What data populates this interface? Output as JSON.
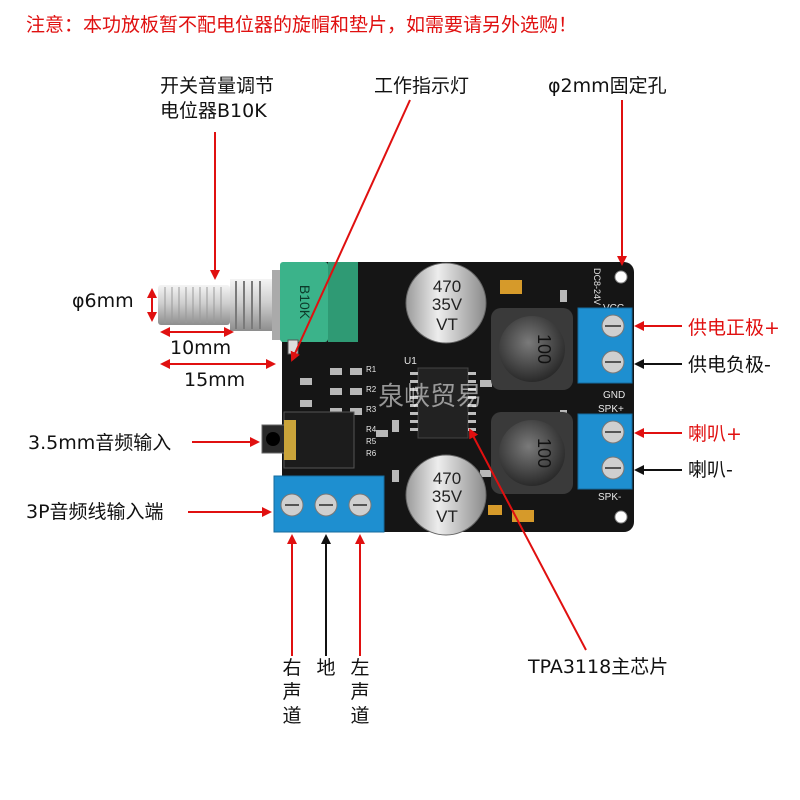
{
  "notice": "注意：本功放板暂不配电位器的旋帽和垫片，如需要请另外选购！",
  "labels": {
    "potentiometer_line1": "开关音量调节",
    "potentiometer_line2": "电位器B10K",
    "indicator_light": "工作指示灯",
    "mount_hole": "φ2mm固定孔",
    "shaft_diameter": "φ6mm",
    "shaft_10mm": "10mm",
    "shaft_15mm": "15mm",
    "audio_jack": "3.5mm音频输入",
    "terminal_3p": "3P音频线输入端",
    "power_positive": "供电正极+",
    "power_negative": "供电负极-",
    "speaker_positive": "喇叭+",
    "speaker_negative": "喇叭-",
    "right_channel": "右声道",
    "ground": "地",
    "left_channel": "左声道",
    "chip": "TPA3118主芯片"
  },
  "board": {
    "pot_marking": "B10K",
    "cap_top_value": "470",
    "cap_top_voltage": "35V",
    "cap_top_brand": "VT",
    "cap_bottom_value": "470",
    "cap_bottom_voltage": "35V",
    "cap_bottom_brand": "VT",
    "inductor_top_marking": "100",
    "inductor_bottom_marking": "100",
    "silk_vcc": "VCC",
    "silk_gnd": "GND",
    "silk_spk_plus": "SPK+",
    "silk_spk_minus": "SPK-",
    "silk_voltage": "DC8-24V",
    "silk_u1": "U1",
    "silk_r1": "R1",
    "silk_r2": "R2",
    "silk_r3": "R3",
    "silk_r4": "R4",
    "silk_r5": "R5",
    "silk_r6": "R6",
    "watermark": "泉峡贸易"
  },
  "colors": {
    "annotation_red": "#e01010",
    "pcb": "#151515",
    "terminal_blue": "#1e8fd0",
    "pot_green": "#3bb38a"
  }
}
